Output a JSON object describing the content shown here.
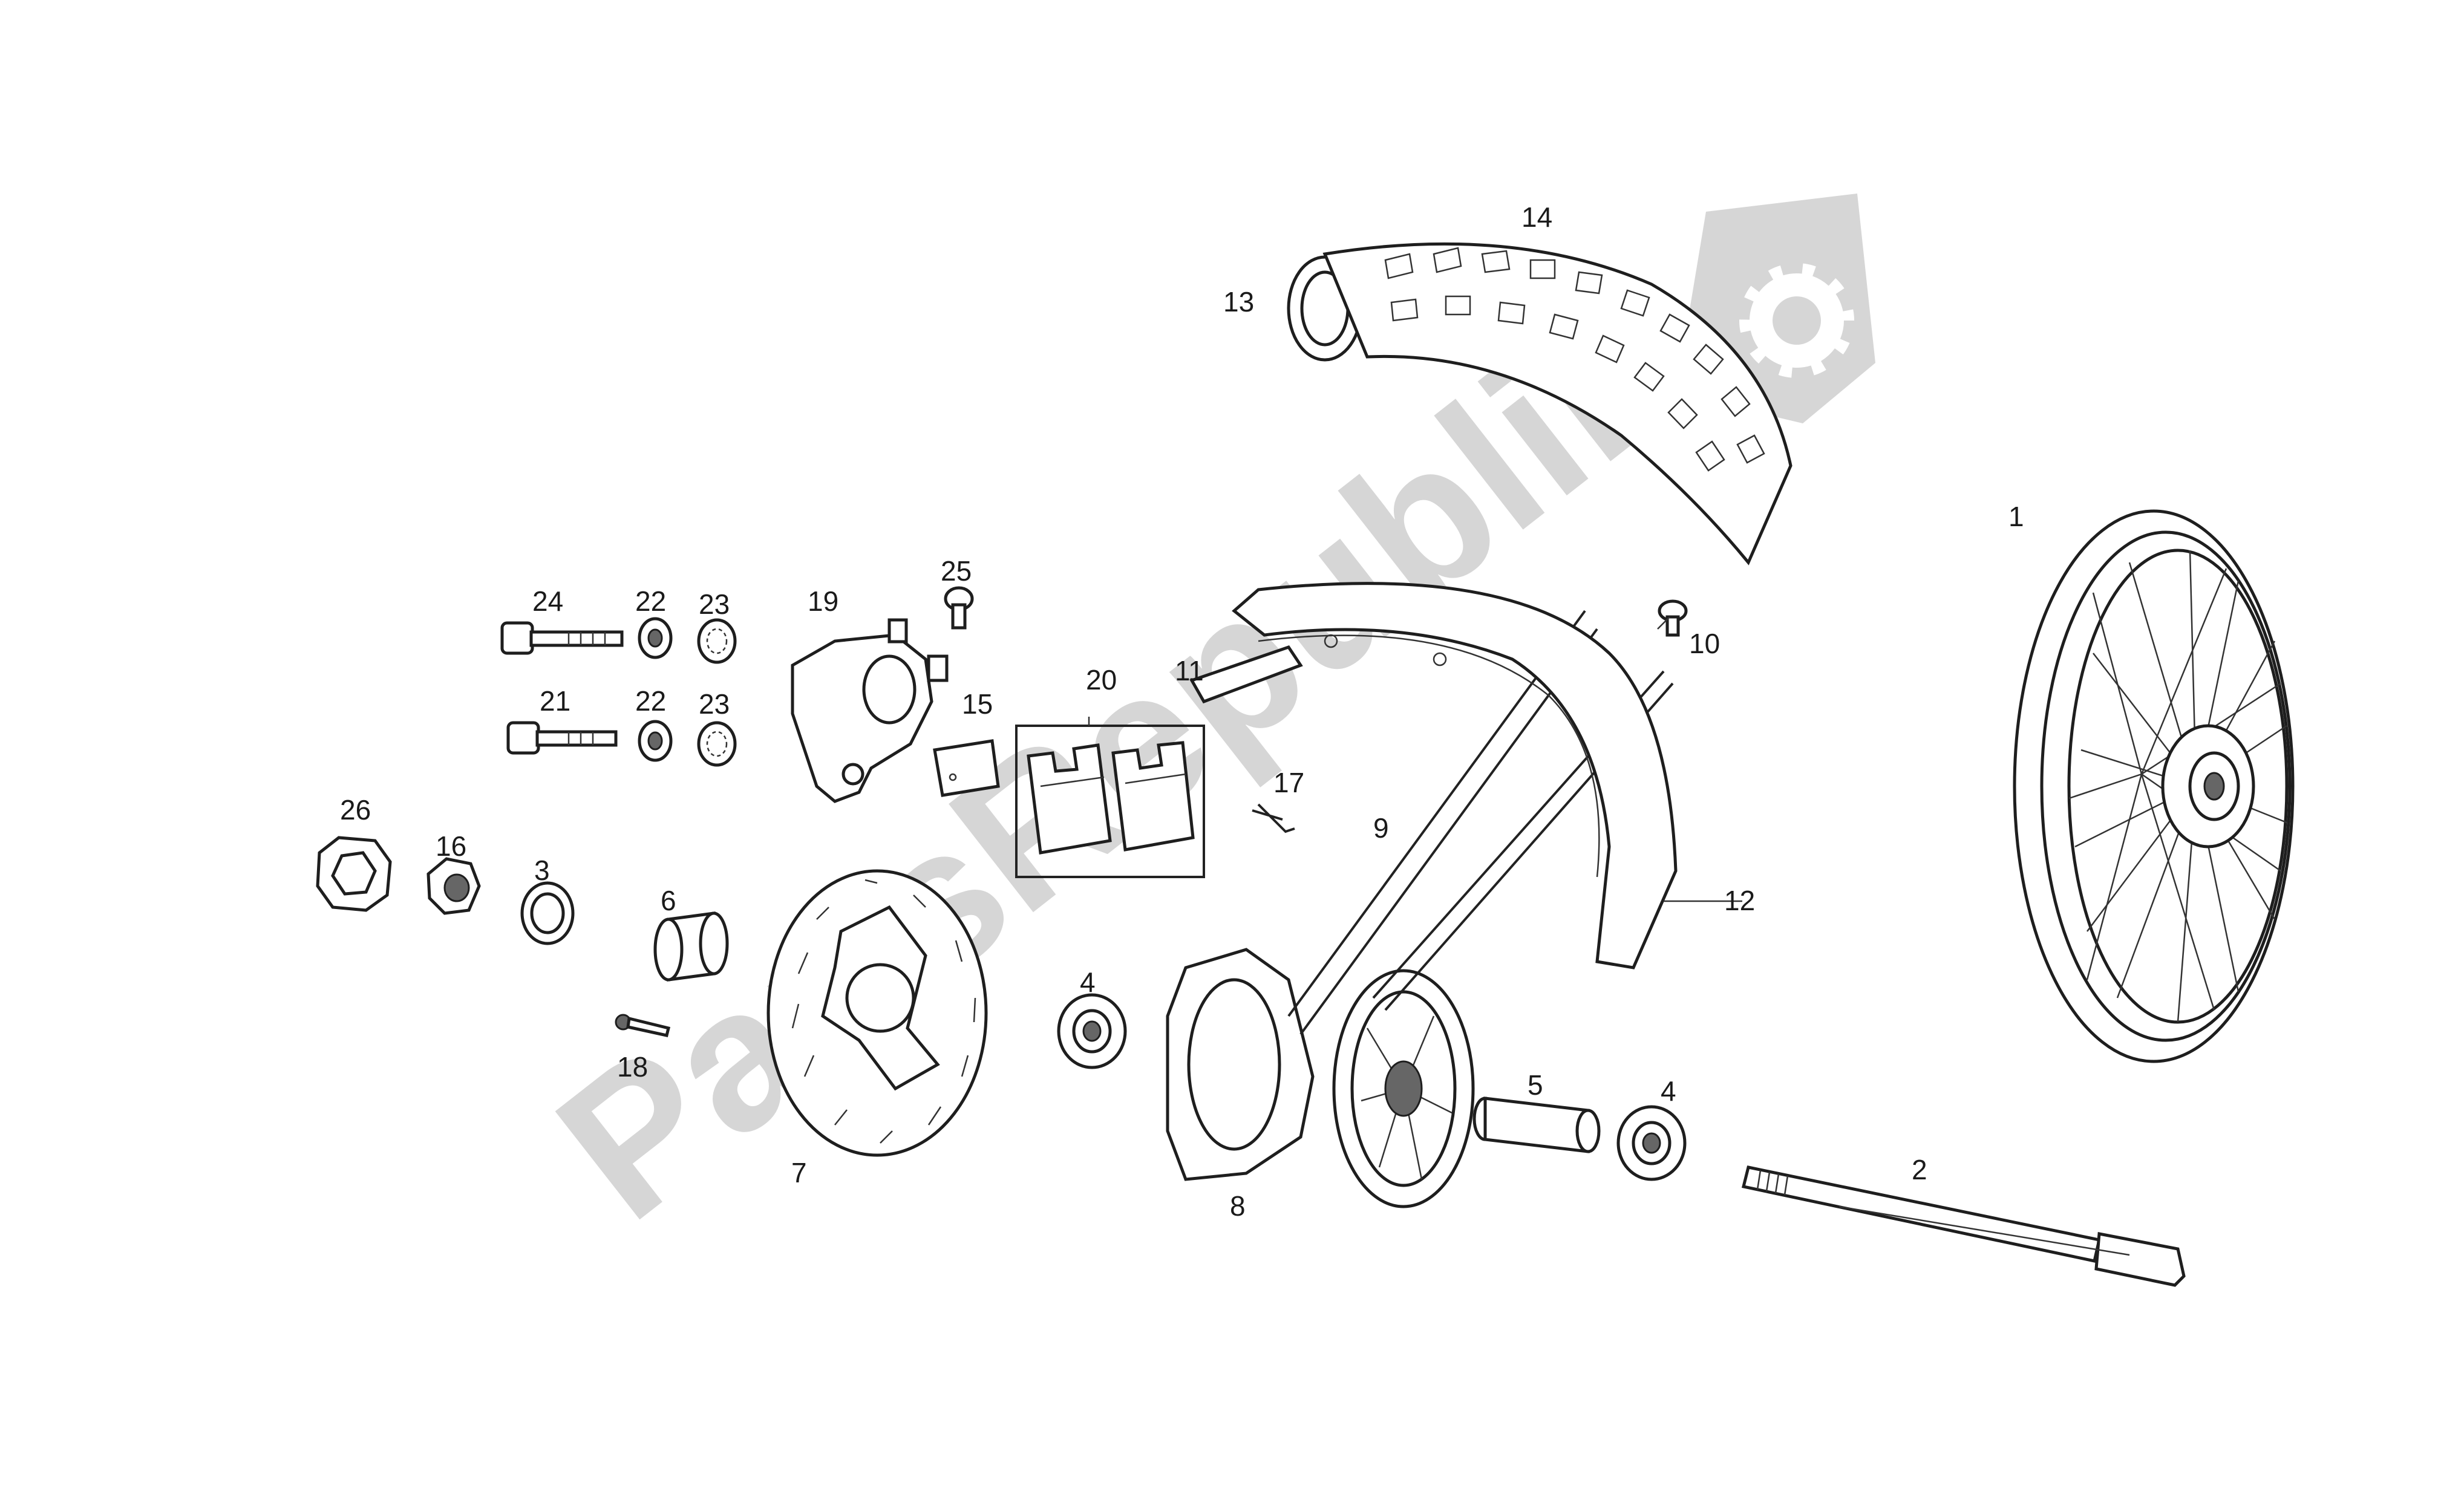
{
  "diagram": {
    "watermark": "PartsRepublik",
    "callouts": [
      "1",
      "2",
      "3",
      "4",
      "4",
      "5",
      "6",
      "7",
      "8",
      "9",
      "10",
      "11",
      "12",
      "13",
      "14",
      "15",
      "16",
      "17",
      "18",
      "19",
      "20",
      "21",
      "22",
      "22",
      "23",
      "23",
      "24",
      "25",
      "26"
    ]
  },
  "colors": {
    "ink": "#1e1e1e",
    "watermark": "#d6d6d6",
    "background": "#ffffff"
  }
}
